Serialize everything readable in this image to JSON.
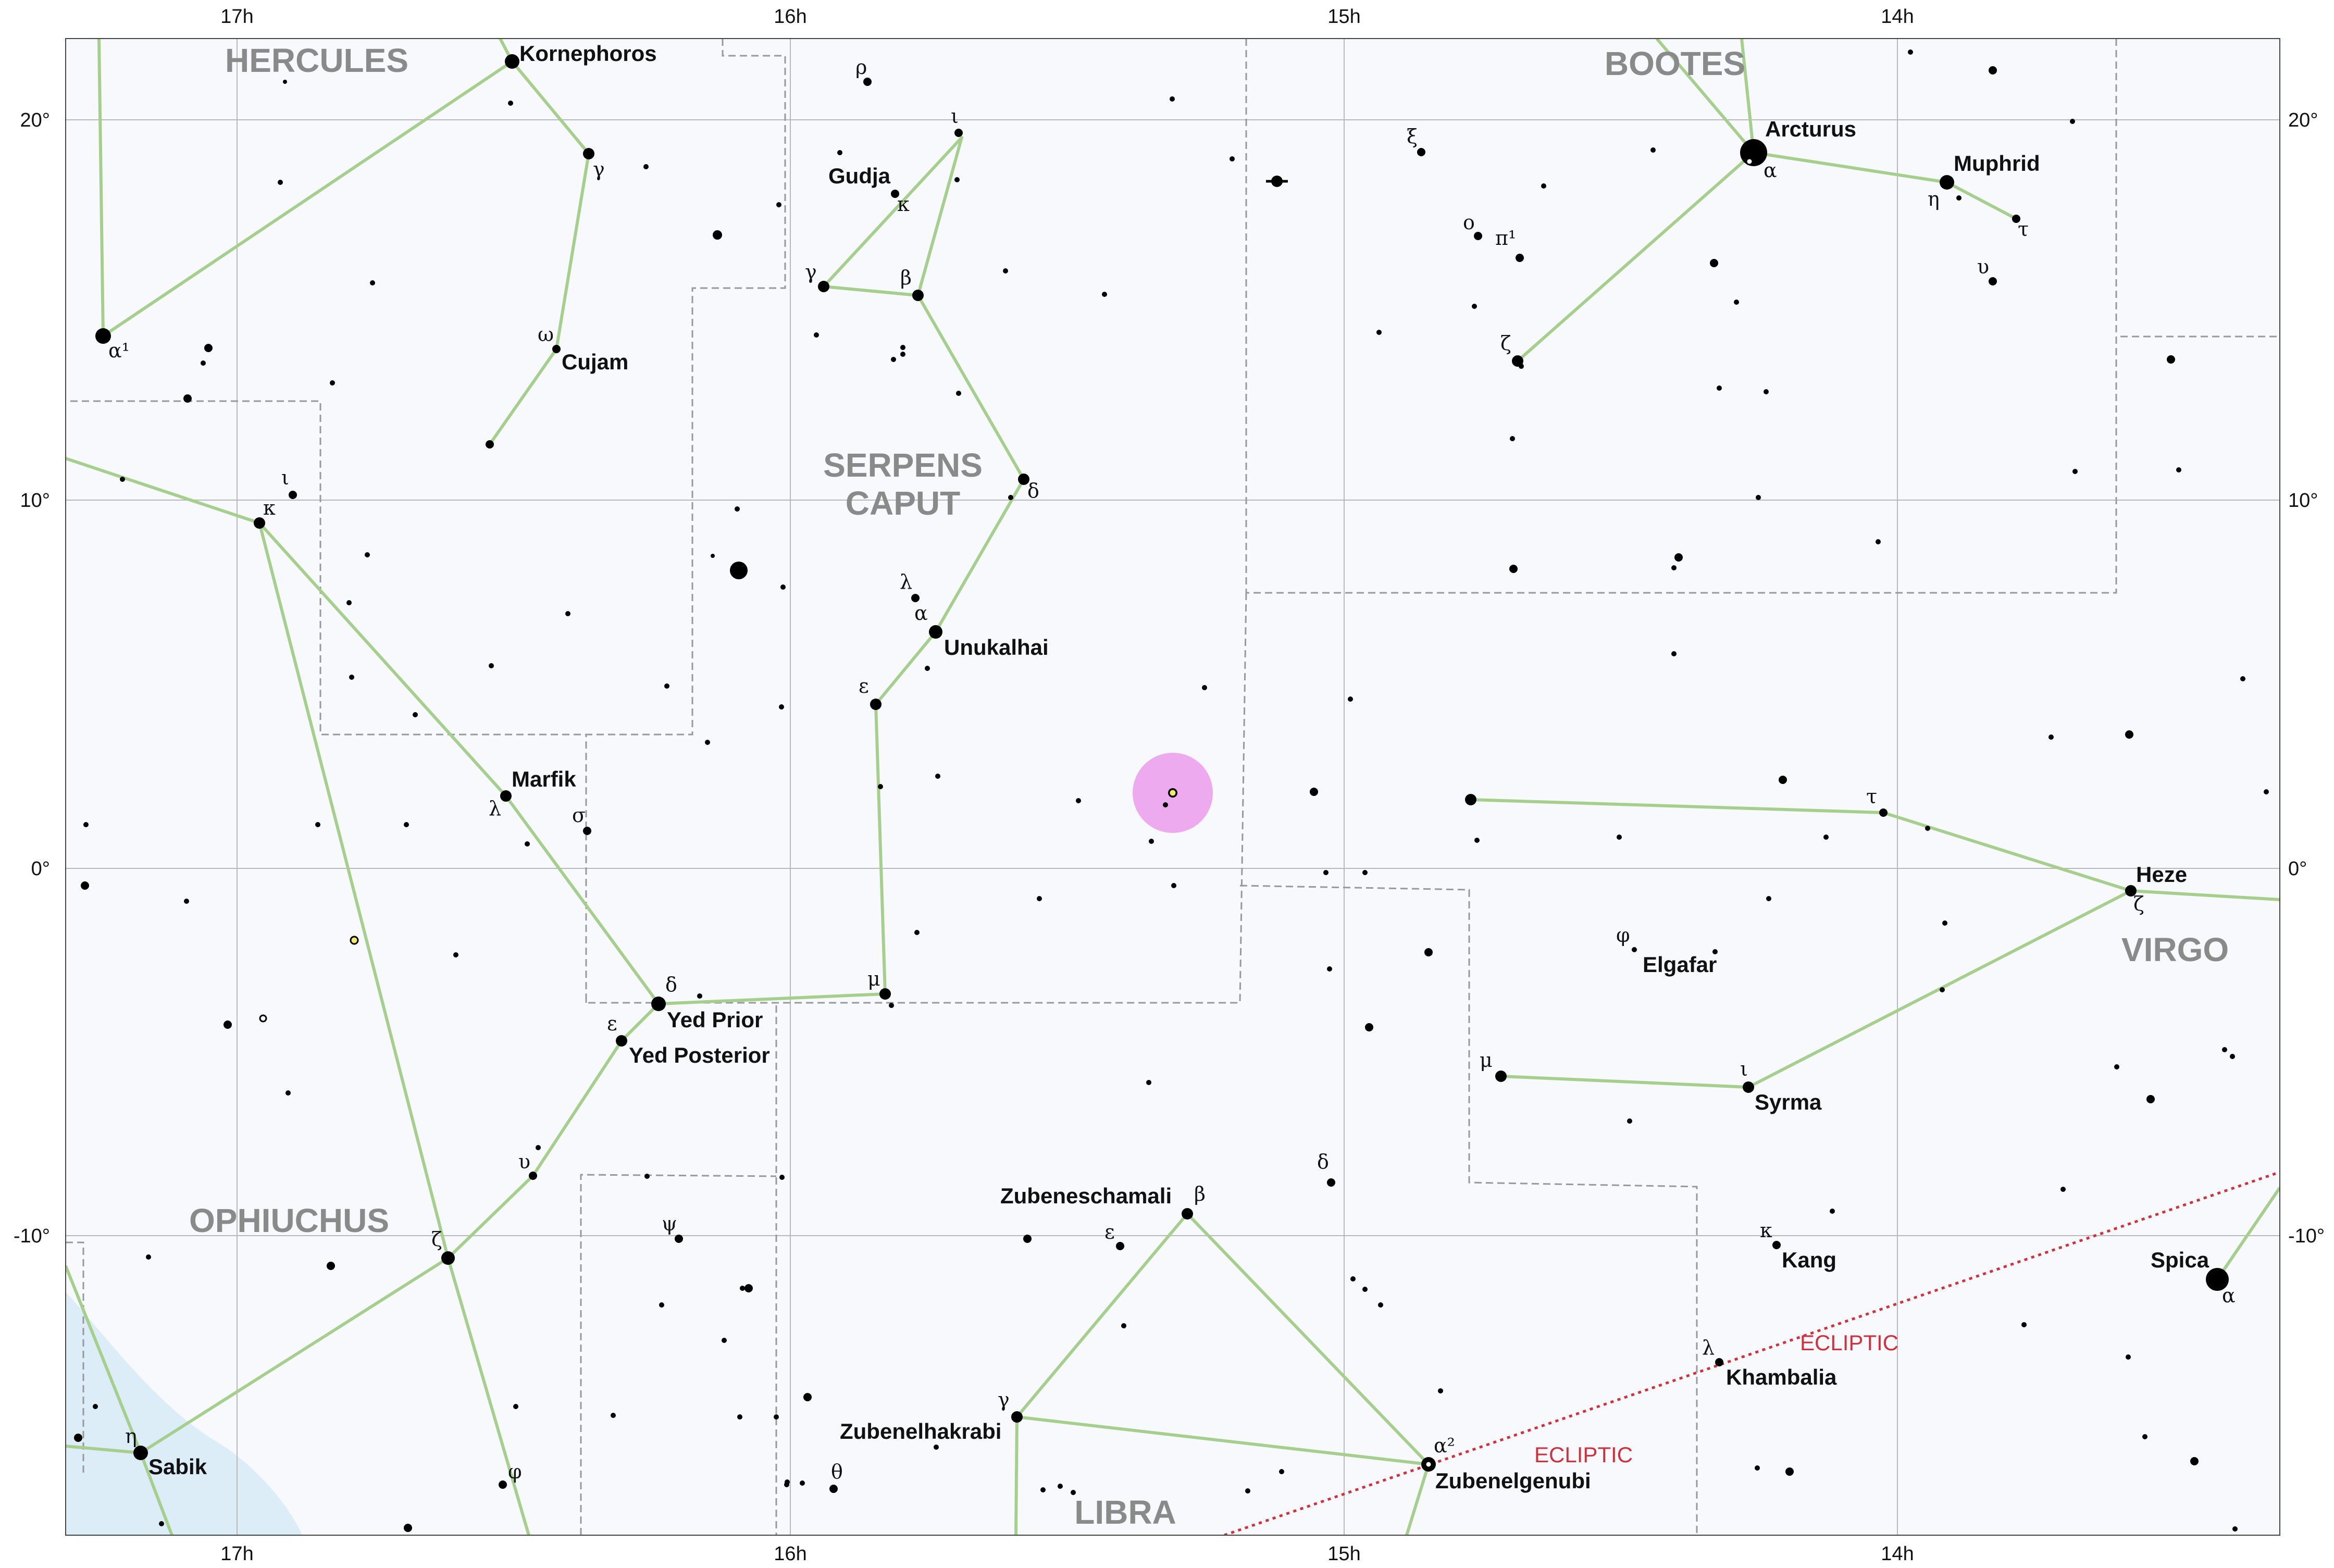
{
  "map": {
    "ra_labels": [
      "17h",
      "16h",
      "15h",
      "14h"
    ],
    "dec_labels": [
      "20°",
      "10°",
      "0°",
      "-10°"
    ],
    "constellations": [
      "HERCULES",
      "BOOTES",
      "SERPENS",
      "CAPUT",
      "OPHIUCHUS",
      "VIRGO",
      "LIBRA"
    ],
    "ecliptic_label": "ECLIPTIC",
    "colors": {
      "background": "#f7f9fd",
      "constellation_line": "#a6cf8e",
      "boundary": "#999999",
      "grid": "#b8b8b8",
      "ecliptic": "#d0313d",
      "milky_way": "#dcedf8",
      "highlight": "#eeaaee"
    },
    "stars": {
      "kornephoros": "Kornephoros",
      "cujam": "Cujam",
      "marfik": "Marfik",
      "yed_prior": "Yed Prior",
      "yed_posterior": "Yed Posterior",
      "sabik": "Sabik",
      "gudja": "Gudja",
      "unukalhai": "Unukalhai",
      "zubeneschamali": "Zubeneschamali",
      "zubenelhakrabi": "Zubenelhakrabi",
      "zubenelgenubi": "Zubenelgenubi",
      "arcturus": "Arcturus",
      "muphrid": "Muphrid",
      "heze": "Heze",
      "elgafar": "Elgafar",
      "syrma": "Syrma",
      "kang": "Kang",
      "khambalia": "Khambalia",
      "spica": "Spica"
    },
    "greek": {
      "herc_alpha": "α¹",
      "herc_gamma": "γ",
      "herc_omega": "ω",
      "herc_iota": "ι",
      "herc_kappa": "κ",
      "oph_lambda": "λ",
      "oph_sigma": "σ",
      "oph_delta": "δ",
      "oph_epsilon": "ε",
      "oph_upsilon": "υ",
      "oph_zeta": "ζ",
      "oph_psi": "ψ",
      "oph_eta": "η",
      "oph_phi": "φ",
      "ser_rho": "ρ",
      "ser_iota": "ι",
      "ser_kappa": "κ",
      "ser_gamma": "γ",
      "ser_beta": "β",
      "ser_delta": "δ",
      "ser_lambda": "λ",
      "ser_alpha": "α",
      "ser_epsilon": "ε",
      "ser_mu": "μ",
      "lib_beta": "β",
      "lib_epsilon": "ε",
      "lib_gamma": "γ",
      "lib_theta": "θ",
      "lib_delta": "δ",
      "lib_alpha2": "α²",
      "boo_xi": "ξ",
      "boo_omicron": "ο",
      "boo_pi1": "π¹",
      "boo_zeta": "ζ",
      "boo_alpha": "α",
      "boo_eta": "η",
      "boo_tau": "τ",
      "boo_upsilon": "υ",
      "vir_tau": "τ",
      "vir_zeta": "ζ",
      "vir_phi": "φ",
      "vir_mu": "μ",
      "vir_iota": "ι",
      "vir_kappa": "κ",
      "vir_lambda": "λ",
      "vir_alpha": "α"
    }
  }
}
